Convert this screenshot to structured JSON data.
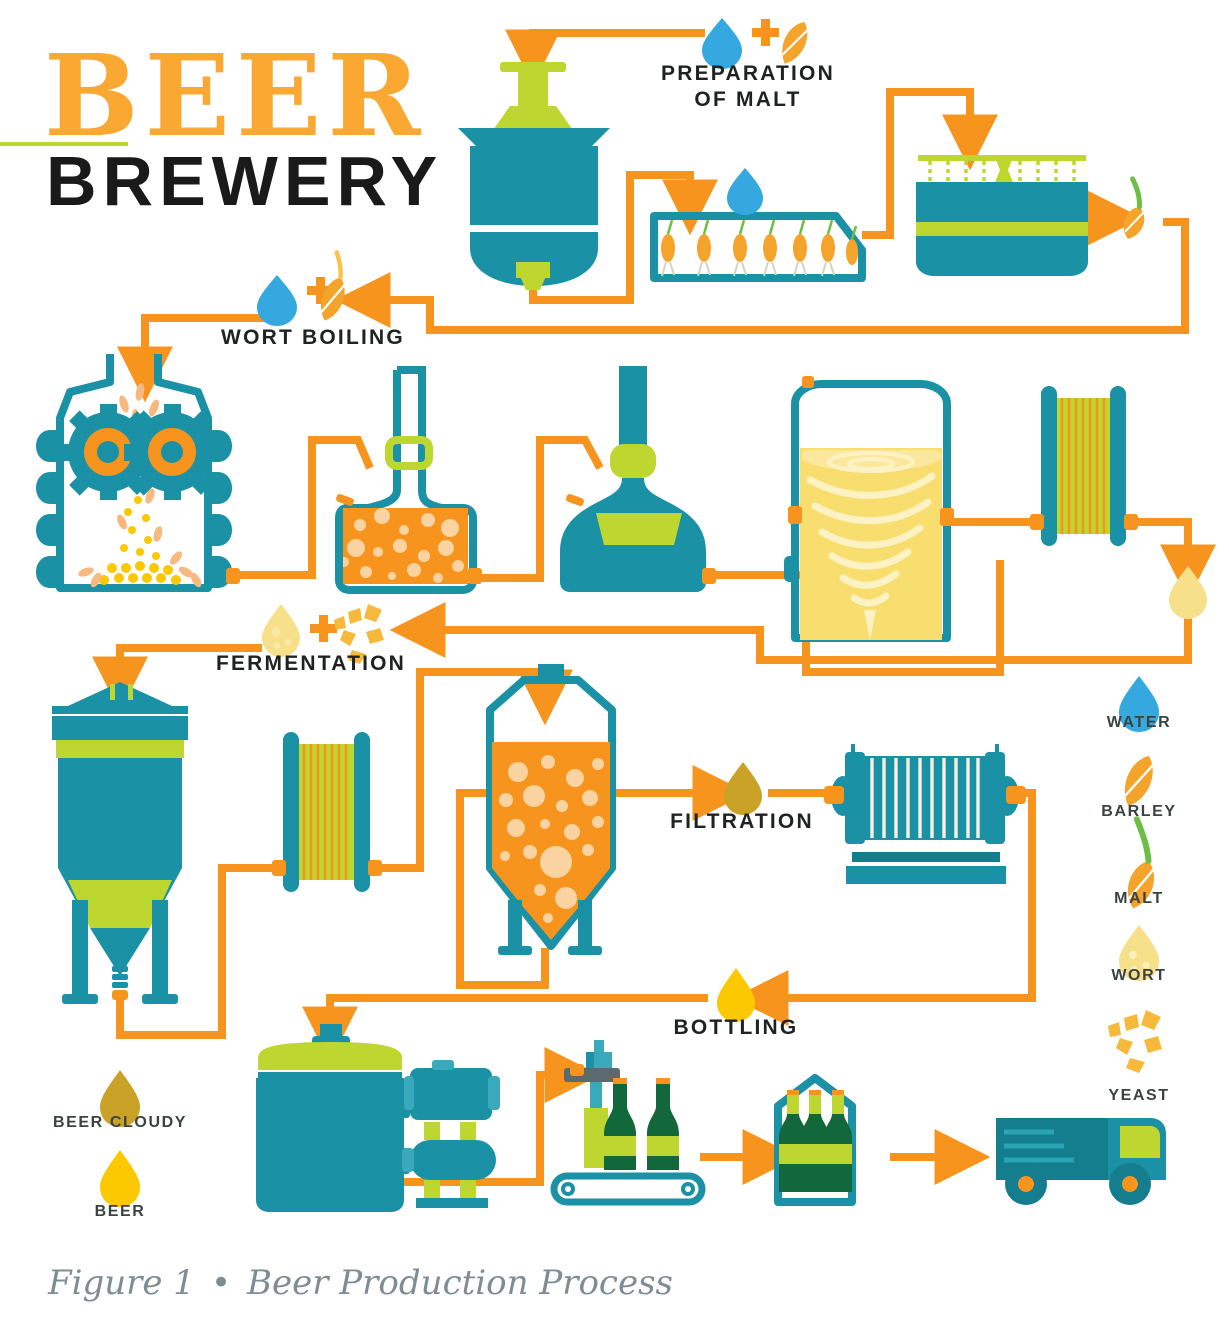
{
  "title": {
    "line1": "BEER",
    "line2": "BREWERY"
  },
  "caption": {
    "figure": "Figure 1",
    "bullet": "•",
    "text": "Beer Production Process"
  },
  "colors": {
    "teal": "#1A91A4",
    "lime": "#BED630",
    "orange": "#F7941E",
    "title_orange": "#FAA832",
    "water_blue": "#35A8E0",
    "wort_yellow": "#F7E08A",
    "beer_yellow": "#FCC800",
    "beer_cloudy": "#C9A227",
    "barley_orange": "#F4A32B",
    "bottle_green": "#12683B",
    "dark_text": "#1E2220",
    "caption_gray": "#7E8C93",
    "background": "#FFFFFF"
  },
  "stages": [
    {
      "id": "preparation-of-malt",
      "label": "PREPARATION\nOF MALT",
      "line1": "PREPARATION",
      "line2": "OF MALT",
      "inputs": [
        "water",
        "barley"
      ]
    },
    {
      "id": "wort-boiling",
      "label": "WORT BOILING",
      "line1": "WORT BOILING",
      "inputs": [
        "water",
        "hops"
      ]
    },
    {
      "id": "fermentation",
      "label": "FERMENTATION",
      "line1": "FERMENTATION",
      "inputs": [
        "wort",
        "yeast"
      ]
    },
    {
      "id": "filtration",
      "label": "FILTRATION",
      "line1": "FILTRATION",
      "inputs": [
        "beer-cloudy"
      ]
    },
    {
      "id": "bottling",
      "label": "BOTTLING",
      "line1": "BOTTLING",
      "inputs": [
        "beer"
      ]
    }
  ],
  "legend_right": [
    {
      "id": "water",
      "label": "WATER",
      "color": "#35A8E0",
      "icon": "water-drop-icon"
    },
    {
      "id": "barley",
      "label": "BARLEY",
      "color": "#F4A32B",
      "icon": "barley-grain-icon"
    },
    {
      "id": "malt",
      "label": "MALT",
      "color": "#F4A32B",
      "icon": "malt-sprout-icon"
    },
    {
      "id": "wort",
      "label": "WORT",
      "color": "#F7E08A",
      "icon": "wort-drop-icon"
    },
    {
      "id": "yeast",
      "label": "YEAST",
      "color": "#F6B93B",
      "icon": "yeast-flakes-icon"
    }
  ],
  "legend_left": [
    {
      "id": "beer-cloudy",
      "label": "BEER CLOUDY",
      "color": "#C9A227",
      "icon": "cloudy-beer-drop-icon"
    },
    {
      "id": "beer",
      "label": "BEER",
      "color": "#FCC800",
      "icon": "beer-drop-icon"
    }
  ],
  "equipment": [
    {
      "id": "steeping-vessel",
      "name": "steeping-vessel"
    },
    {
      "id": "germination-box",
      "name": "germination-box",
      "grain_count": 7
    },
    {
      "id": "kiln-dryer",
      "name": "kiln-dryer"
    },
    {
      "id": "grain-mill",
      "name": "grain-mill",
      "rollers": 2
    },
    {
      "id": "mash-tun",
      "name": "mash-tun"
    },
    {
      "id": "brew-kettle",
      "name": "brew-kettle"
    },
    {
      "id": "whirlpool-tank",
      "name": "whirlpool-tank"
    },
    {
      "id": "heat-exchanger-1",
      "name": "plate-heat-exchanger"
    },
    {
      "id": "fermentation-tank",
      "name": "fermentation-tank"
    },
    {
      "id": "heat-exchanger-2",
      "name": "plate-heat-exchanger"
    },
    {
      "id": "maturation-tank",
      "name": "maturation-tank"
    },
    {
      "id": "drum-filter",
      "name": "drum-filter"
    },
    {
      "id": "bright-tank",
      "name": "bright-beer-tank"
    },
    {
      "id": "carbonation-pump",
      "name": "carbonation-pump"
    },
    {
      "id": "bottle-filler",
      "name": "bottle-filler"
    },
    {
      "id": "conveyor",
      "name": "bottle-conveyor",
      "bottles": 3
    },
    {
      "id": "crate",
      "name": "bottle-crate",
      "bottles": 3
    },
    {
      "id": "delivery-truck",
      "name": "delivery-truck"
    }
  ]
}
